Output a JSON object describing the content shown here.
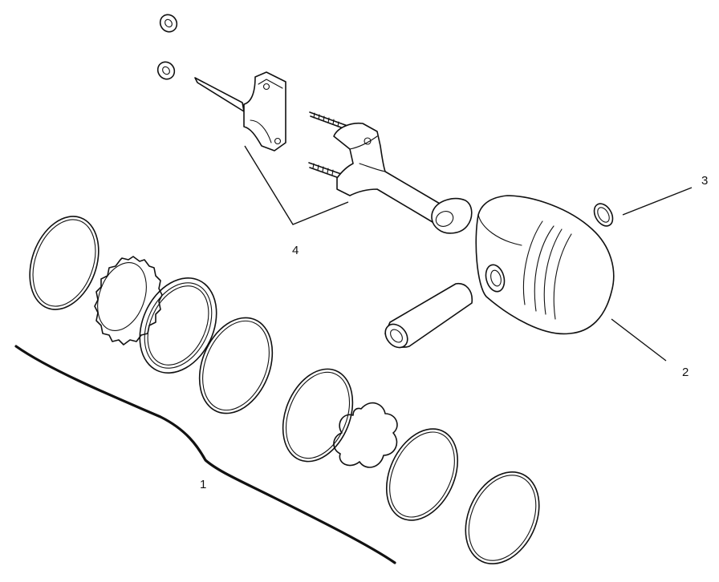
{
  "callouts": {
    "c1": "1",
    "c2": "2",
    "c3": "3",
    "c4": "4"
  },
  "parts": [
    {
      "callout": "1",
      "icon": "piston-ring-set-icon"
    },
    {
      "callout": "2",
      "icon": "piston-icon"
    },
    {
      "callout": "3",
      "icon": "snap-ring-icon"
    },
    {
      "callout": "4",
      "icon": "connecting-rod-icon"
    }
  ],
  "colors": {
    "line": "#111111",
    "background": "#ffffff"
  }
}
